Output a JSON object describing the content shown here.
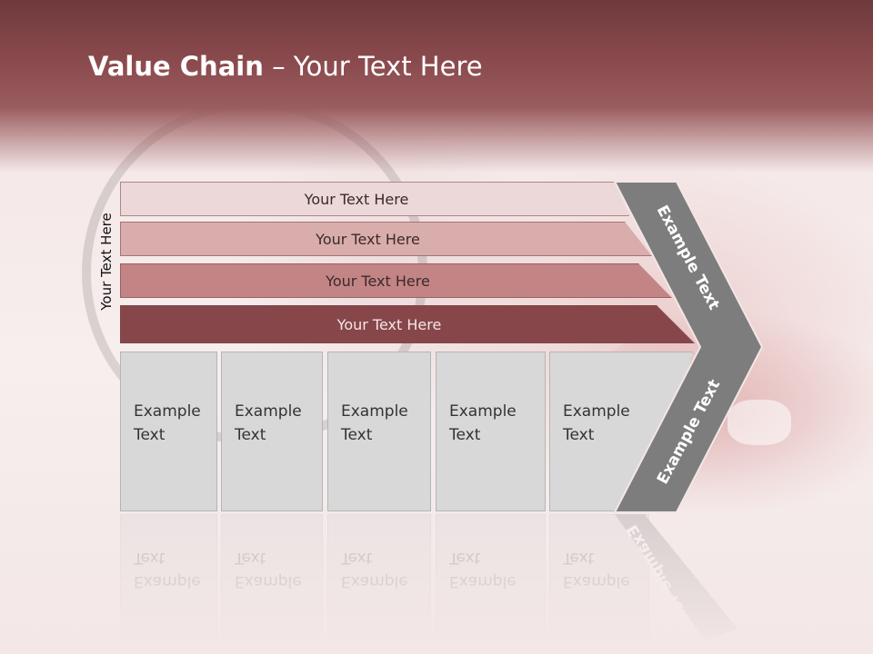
{
  "slide": {
    "title_bold": "Value Chain",
    "title_rest": " – Your Text Here"
  },
  "diagram": {
    "side_label": "Your Text Here",
    "bands": [
      {
        "label": "Your Text Here"
      },
      {
        "label": "Your Text Here"
      },
      {
        "label": "Your Text Here"
      },
      {
        "label": "Your Text Here"
      }
    ],
    "columns": [
      {
        "line1": "Example",
        "line2": "Text"
      },
      {
        "line1": "Example",
        "line2": "Text"
      },
      {
        "line1": "Example",
        "line2": "Text"
      },
      {
        "line1": "Example",
        "line2": "Text"
      },
      {
        "line1": "Example",
        "line2": "Text"
      }
    ],
    "arrow_upper_label": "Example Text",
    "arrow_lower_label": "Example Text"
  },
  "colors": {
    "header": "#8a4a4d",
    "band_1": "#ecd8d8",
    "band_2": "#d9adac",
    "band_3": "#c38485",
    "band_4": "#87474a",
    "column_fill": "#d8d8d8",
    "arrow_fill": "#7d7d7d"
  }
}
